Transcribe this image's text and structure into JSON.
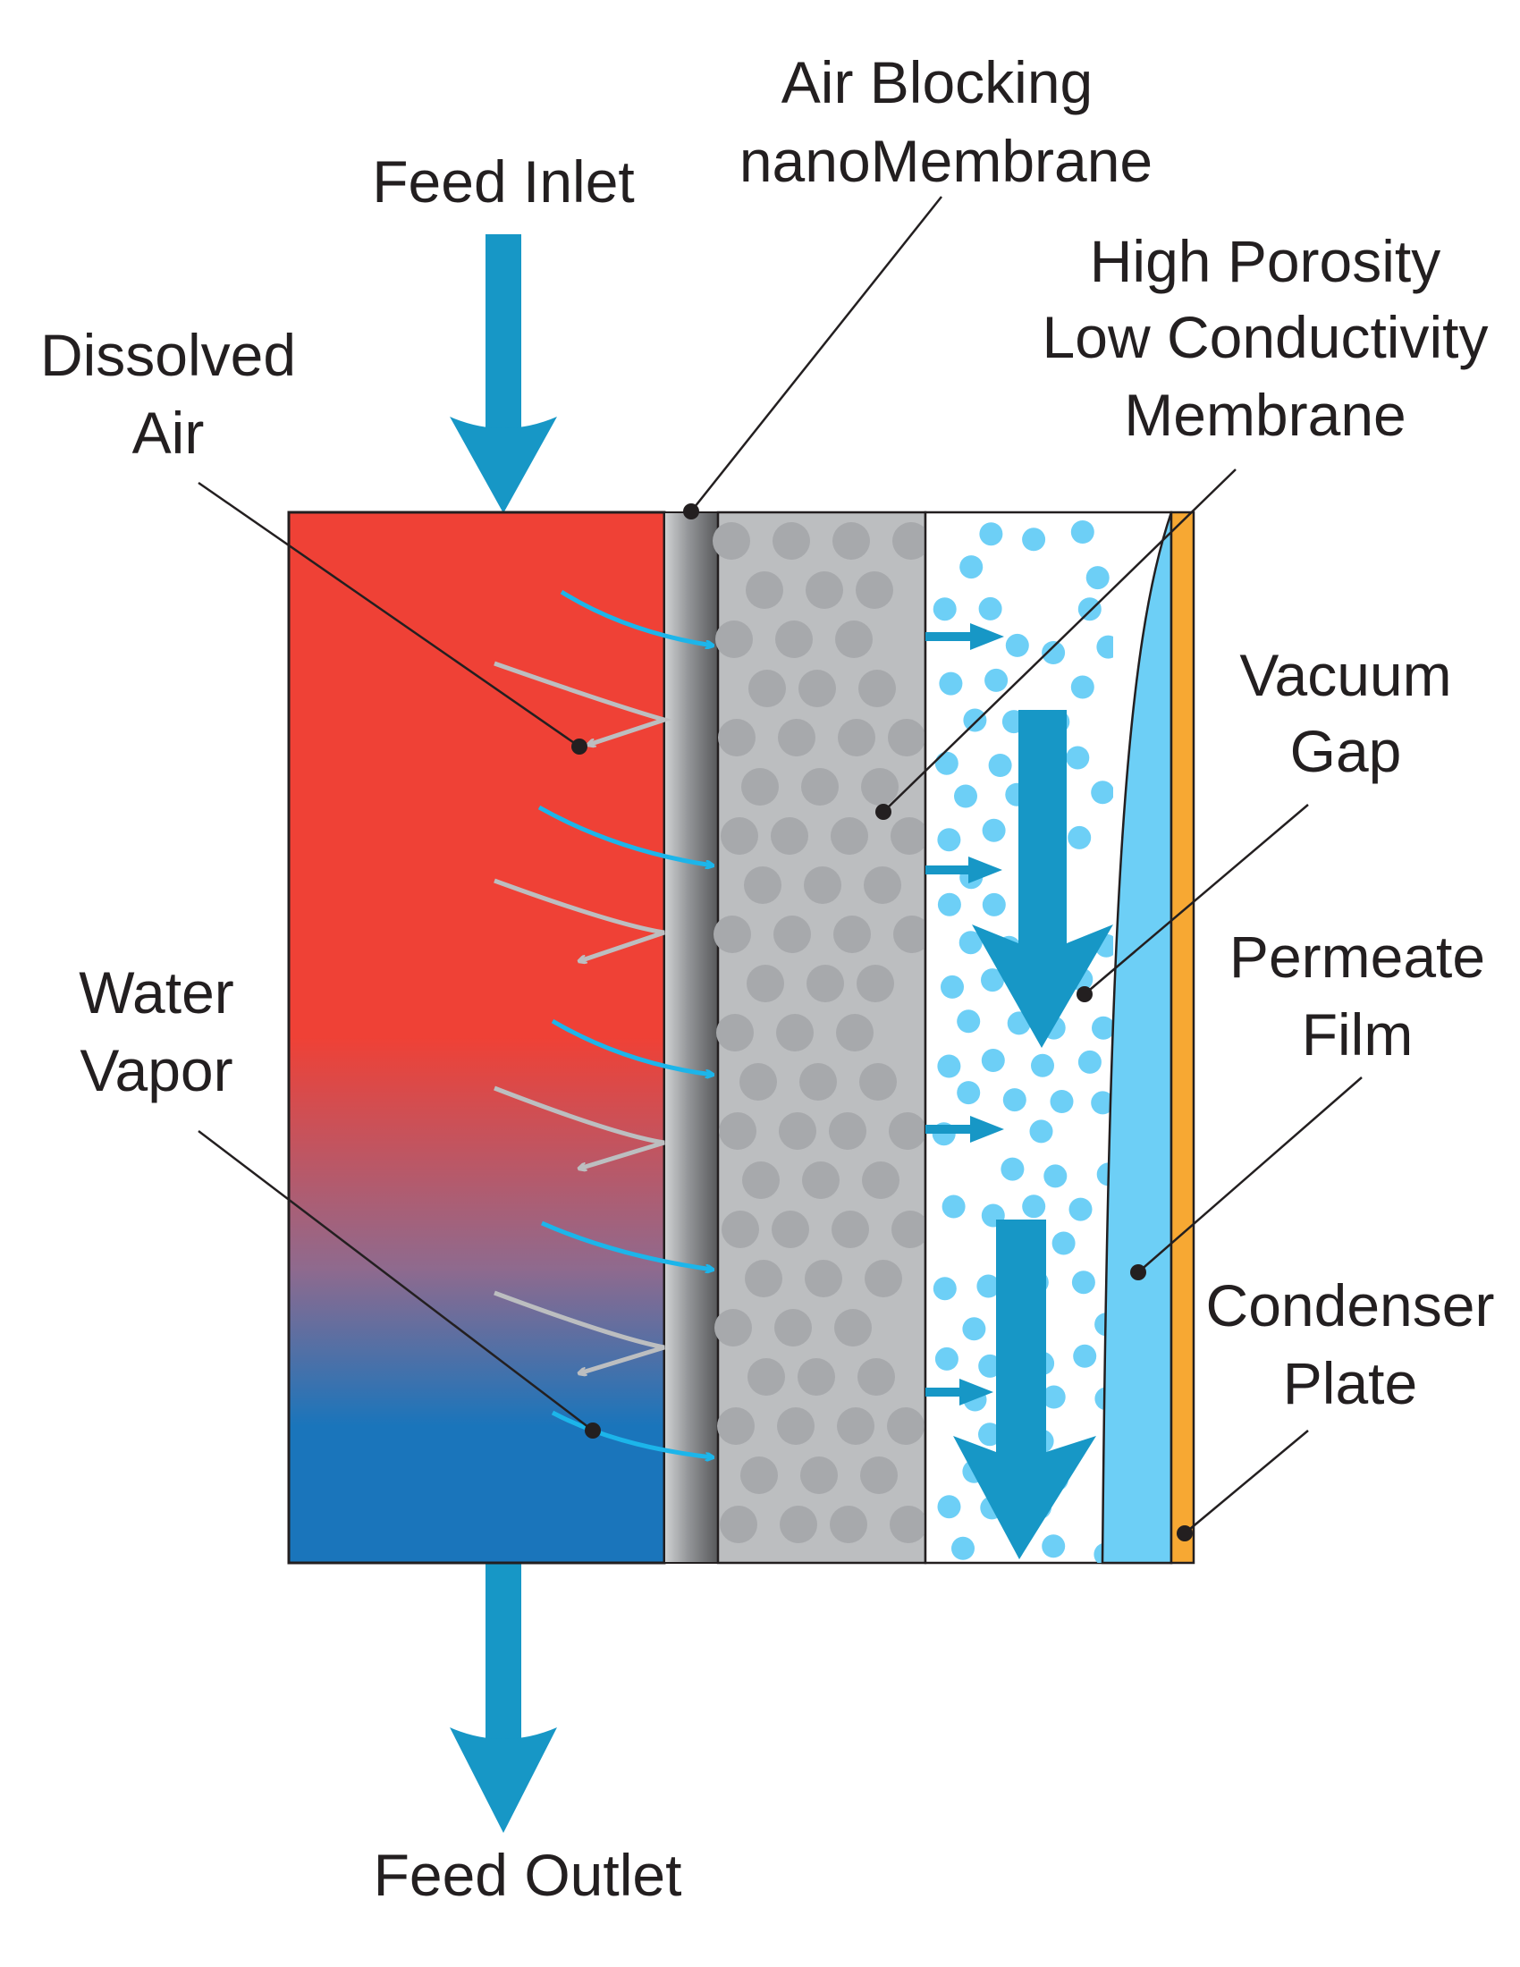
{
  "labels": {
    "feed_inlet": "Feed Inlet",
    "feed_outlet": "Feed Outlet",
    "air_blocking_line1": "Air Blocking",
    "air_blocking_line2": "nanoMembrane",
    "high_porosity_line1": "High Porosity",
    "high_porosity_line2": "Low Conductivity",
    "high_porosity_line3": "Membrane",
    "dissolved_air_line1": "Dissolved",
    "dissolved_air_line2": "Air",
    "water_vapor_line1": "Water",
    "water_vapor_line2": "Vapor",
    "vacuum_gap_line1": "Vacuum",
    "vacuum_gap_line2": "Gap",
    "permeate_film_line1": "Permeate",
    "permeate_film_line2": "Film",
    "condenser_plate_line1": "Condenser",
    "condenser_plate_line2": "Plate"
  },
  "colors": {
    "feed_hot": "#ef4136",
    "feed_cold": "#1a75bb",
    "flow_arrow": "#1797c6",
    "vapor_arrow": "#1cb5ea",
    "air_arrow": "#bcbec0",
    "membrane_gray": "#bcbec0",
    "pore_gray": "#a7a9ac",
    "vapor_dot": "#6dcff6",
    "permeate_film": "#6dcff6",
    "condenser_plate": "#f7a833"
  }
}
